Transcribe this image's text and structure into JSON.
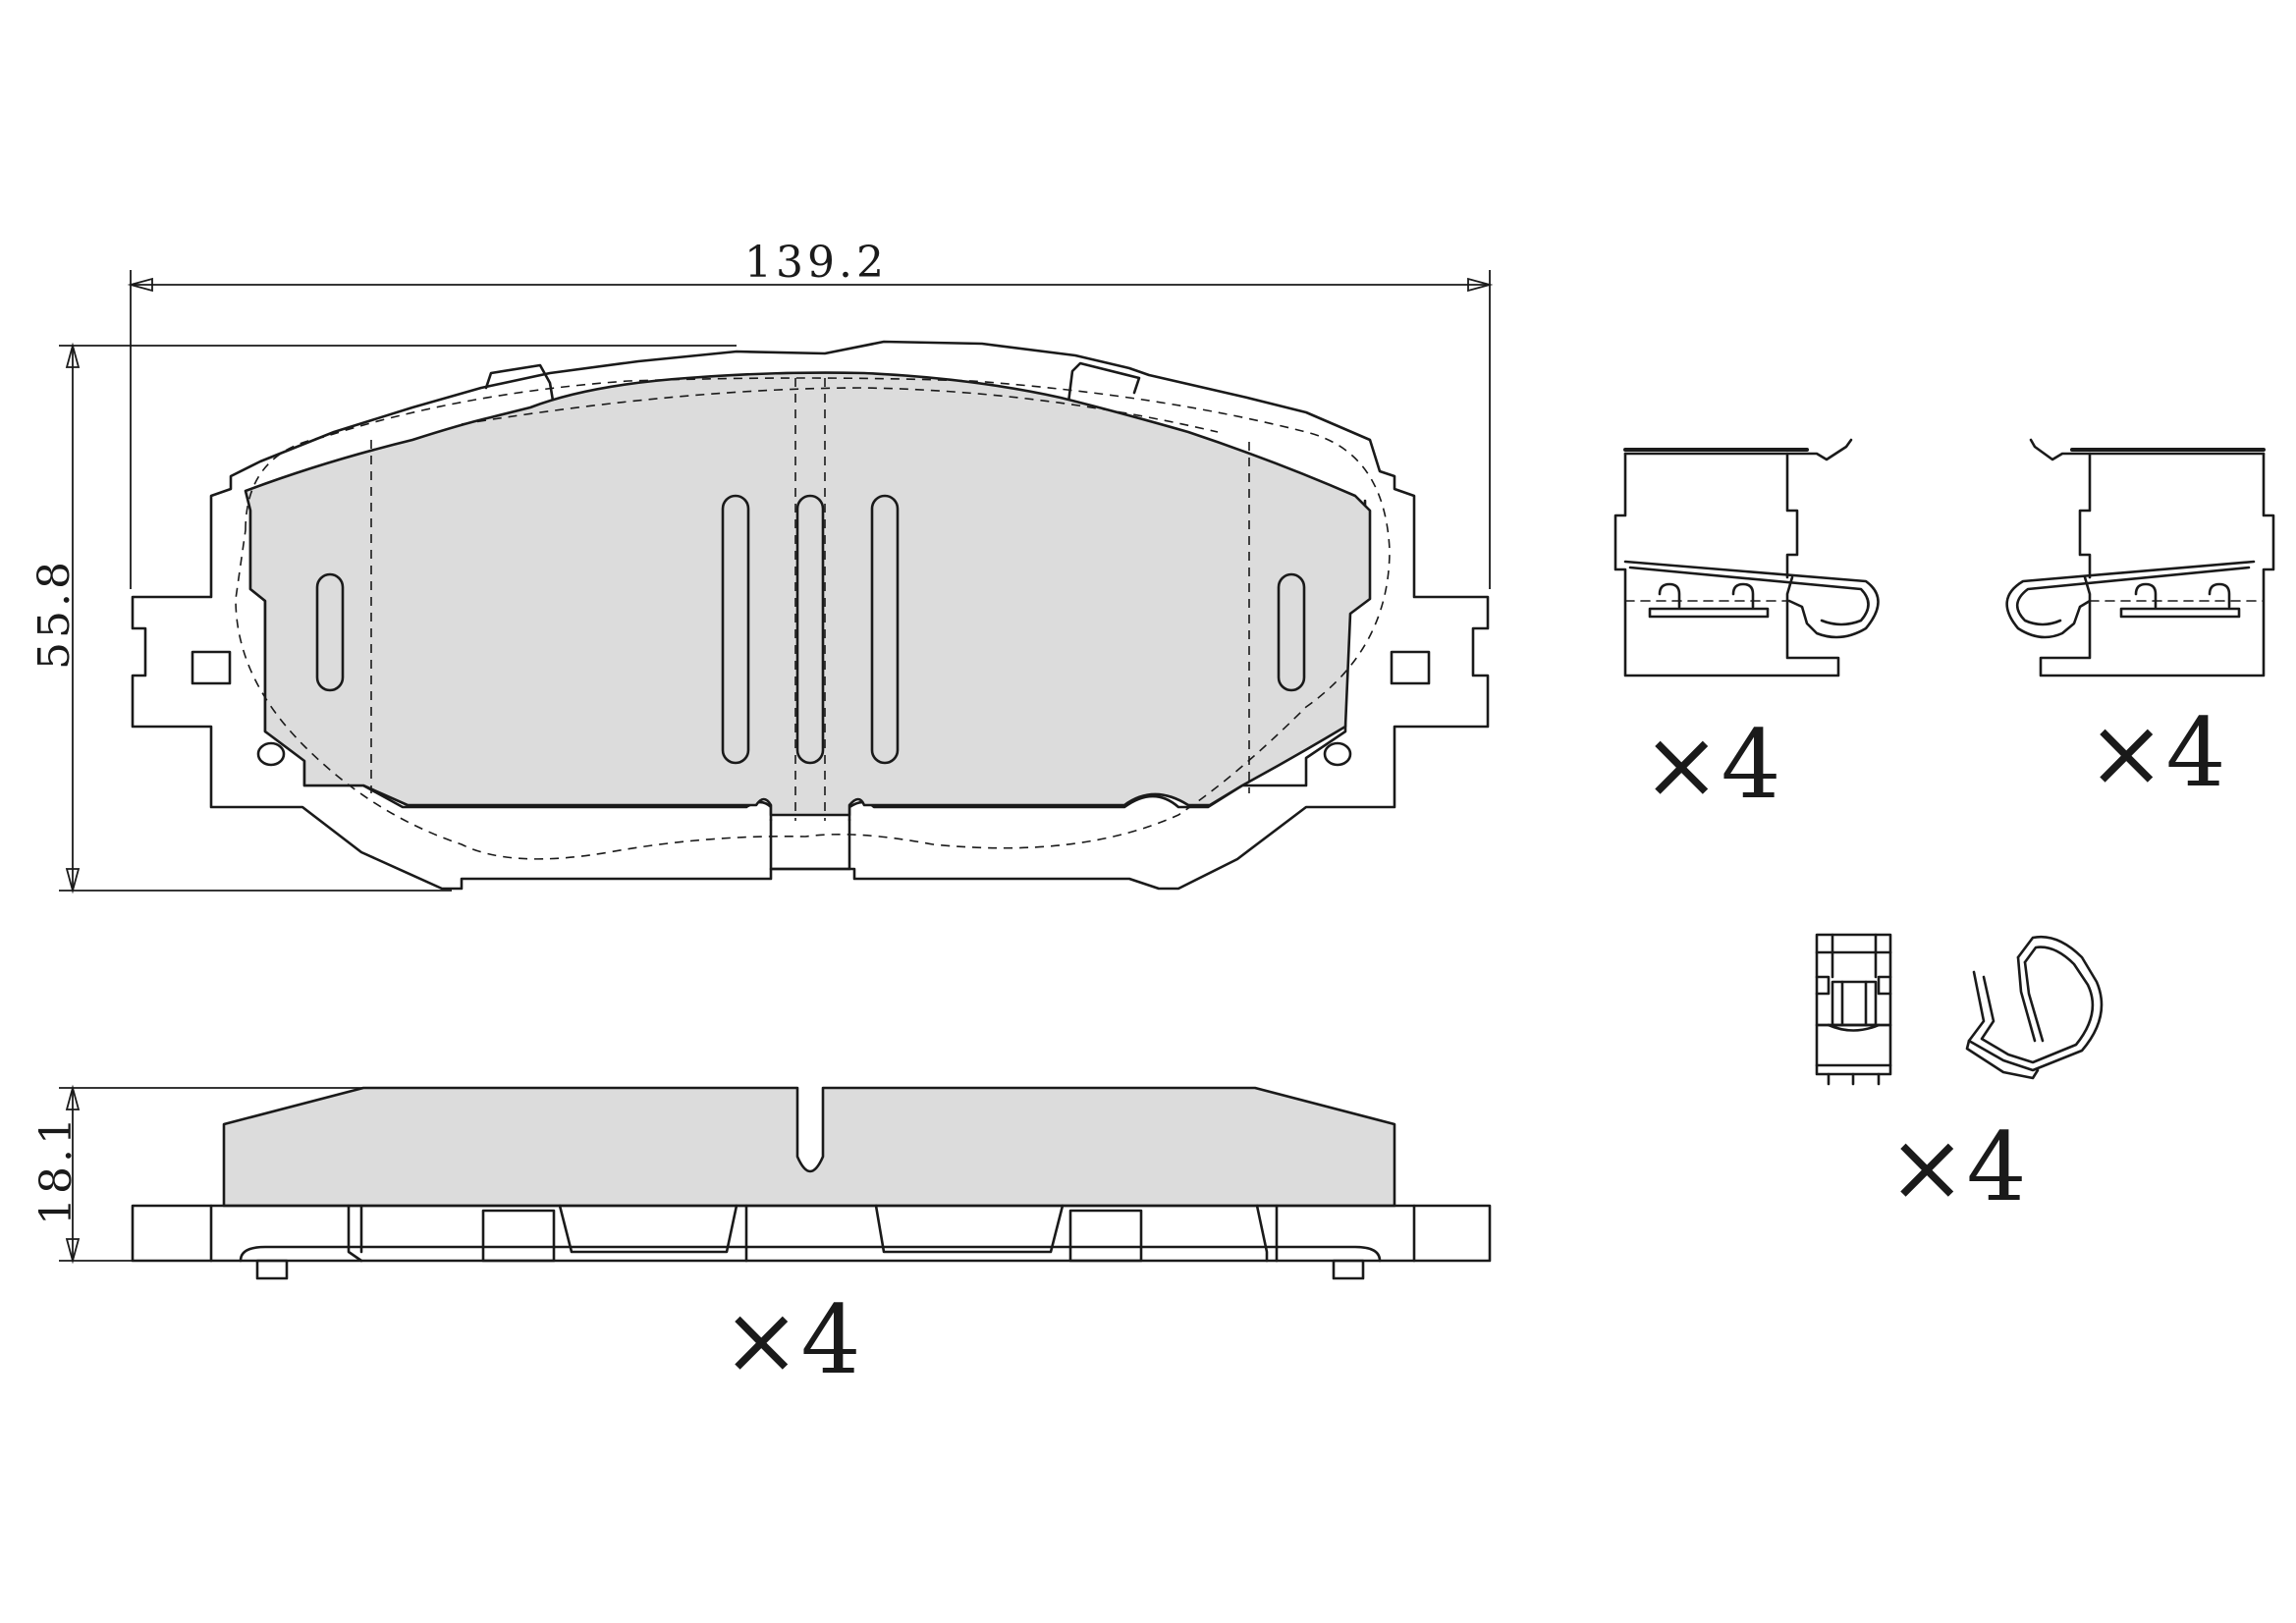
{
  "dimensions": {
    "width": "139.2",
    "height": "55.8",
    "thickness": "18.1"
  },
  "quantities": {
    "pad": "×4",
    "clip_left": "×4",
    "clip_right": "×4",
    "small_clips": "×4"
  },
  "colors": {
    "line": "#1a1a1a",
    "friction_fill": "#dcdcdc",
    "background": "#ffffff"
  }
}
